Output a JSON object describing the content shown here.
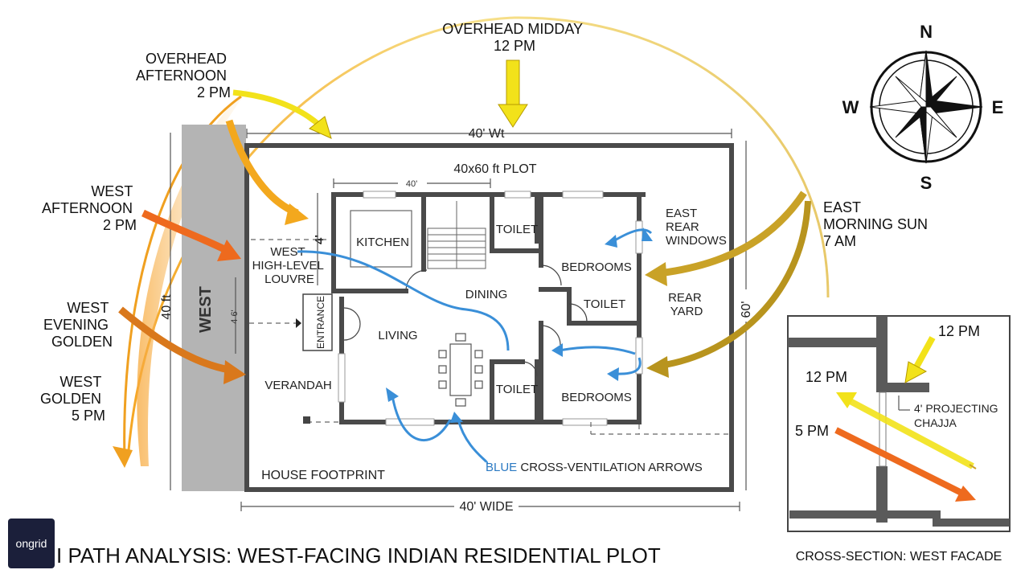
{
  "title": "I PATH ANALYSIS: WEST-FACING INDIAN RESIDENTIAL PLOT",
  "logo": "ongrid",
  "compass": {
    "n": "N",
    "s": "S",
    "e": "E",
    "w": "W"
  },
  "sun": {
    "overhead_midday": [
      "OVERHEAD MIDDAY",
      "12 PM"
    ],
    "overhead_afternoon": [
      "OVERHEAD",
      "AFTERNOON",
      "2 PM"
    ],
    "west_afternoon": [
      "WEST",
      "AFTERNOON",
      "2 PM"
    ],
    "west_evening": [
      "WEST",
      "EVENING",
      "GOLDEN"
    ],
    "west_golden": [
      "WEST",
      "GOLDEN",
      "5 PM"
    ],
    "east_morning": [
      "EAST",
      "MORNING SUN",
      "7 AM"
    ]
  },
  "plot": {
    "top_dim": "40' Wt",
    "bottom_dim": "40' WIDE",
    "left_dim": "40 ft",
    "right_dim": "60'",
    "plot_label": "40x60 ft PLOT",
    "inner_top_dim": "40'",
    "inner_left_dim": "4'",
    "entrance_dim": "4 6'",
    "west_band": "WEST",
    "footprint": "HOUSE FOOTPRINT"
  },
  "rooms": {
    "kitchen": "KITCHEN",
    "toilet1": "TOILET",
    "bedroom1": "BEDROOMS",
    "dining": "DINING",
    "toilet2": "TOILET",
    "living": "LIVING",
    "entrance": "ENTRANCE",
    "verandah": "VERANDAH",
    "toilet3": "TOILET",
    "bedroom2": "BEDROOMS"
  },
  "annotations": {
    "louvre": [
      "WEST",
      "HIGH-LEVEL",
      "LOUVRE"
    ],
    "east_windows": [
      "EAST",
      "REAR",
      "WINDOWS"
    ],
    "rear_yard": [
      "REAR",
      "YARD"
    ],
    "blue_word": "BLUE",
    "ventilation_rest": " CROSS-VENTILATION ARROWS"
  },
  "section": {
    "caption": "CROSS-SECTION: WEST FACADE",
    "noon_top": "12 PM",
    "noon_left": "12 PM",
    "five_pm": "5 PM",
    "chajja": [
      "4' PROJECTING",
      "CHAJJA"
    ]
  },
  "colors": {
    "wall": "#4a4a4a",
    "blue": "#3a8fd8",
    "yellow": "#f2e21a",
    "orange": "#f28c1e",
    "red_orange": "#ee6a1e",
    "gold": "#c9a227",
    "gray_band": "#b4b4b4"
  }
}
